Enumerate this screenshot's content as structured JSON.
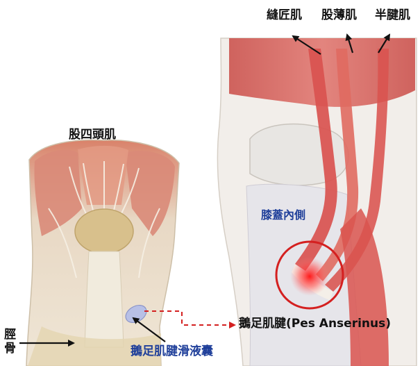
{
  "labels": {
    "sartorius": "縫匠肌",
    "gracilis": "股薄肌",
    "semitendinosus": "半腱肌",
    "quadriceps": "股四頭肌",
    "medial_knee": "膝蓋內側",
    "pes_anserinus": "鵝足肌腱(Pes Anserinus)",
    "pes_anserine_bursa": "鵝足肌腱滑液囊",
    "tibia": "脛骨"
  },
  "colors": {
    "label_text": "#111111",
    "accent_blue_text": "#1f3f9a",
    "highlight_ring": "#d42020",
    "dashed_arrow": "#d42020",
    "muscle": "#d9534f",
    "tendon": "#efe7d6",
    "bone": "#e8e2d6"
  }
}
